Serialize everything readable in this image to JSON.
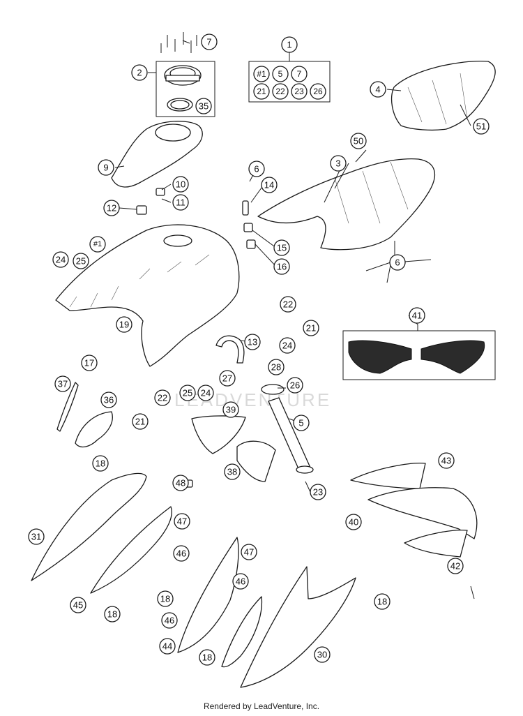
{
  "diagram": {
    "watermark": "LEADVENTURE",
    "footer": "Rendered by LeadVenture, Inc.",
    "kit_box": {
      "number": "1",
      "items": [
        "#1",
        "5",
        "7",
        "21",
        "22",
        "23",
        "26"
      ]
    },
    "callouts": {
      "c1": "1",
      "c2": "2",
      "c3": "3",
      "c4": "4",
      "c5": "5",
      "c6a": "6",
      "c6b": "6",
      "c7": "7",
      "c9": "9",
      "c10": "10",
      "c11": "11",
      "c12": "12",
      "c13": "13",
      "c14": "14",
      "c15": "15",
      "c16": "16",
      "c17": "17",
      "c18a": "18",
      "c18b": "18",
      "c18c": "18",
      "c18d": "18",
      "c18e": "18",
      "c19": "19",
      "c21a": "21",
      "c21b": "21",
      "c22a": "22",
      "c22b": "22",
      "c23": "23",
      "c24a": "24",
      "c24b": "24",
      "c24c": "24",
      "c25a": "25",
      "c25b": "25",
      "c26": "26",
      "c27": "27",
      "c28": "28",
      "c30": "30",
      "c31": "31",
      "c35": "35",
      "c36": "36",
      "c37": "37",
      "c38": "38",
      "c39": "39",
      "c40": "40",
      "c41": "41",
      "c42": "42",
      "c43": "43",
      "c44": "44",
      "c45": "45",
      "c46a": "46",
      "c46b": "46",
      "c46c": "46",
      "c47a": "47",
      "c47b": "47",
      "c48": "48",
      "c50": "50",
      "c51": "51",
      "cH1": "#1"
    }
  }
}
